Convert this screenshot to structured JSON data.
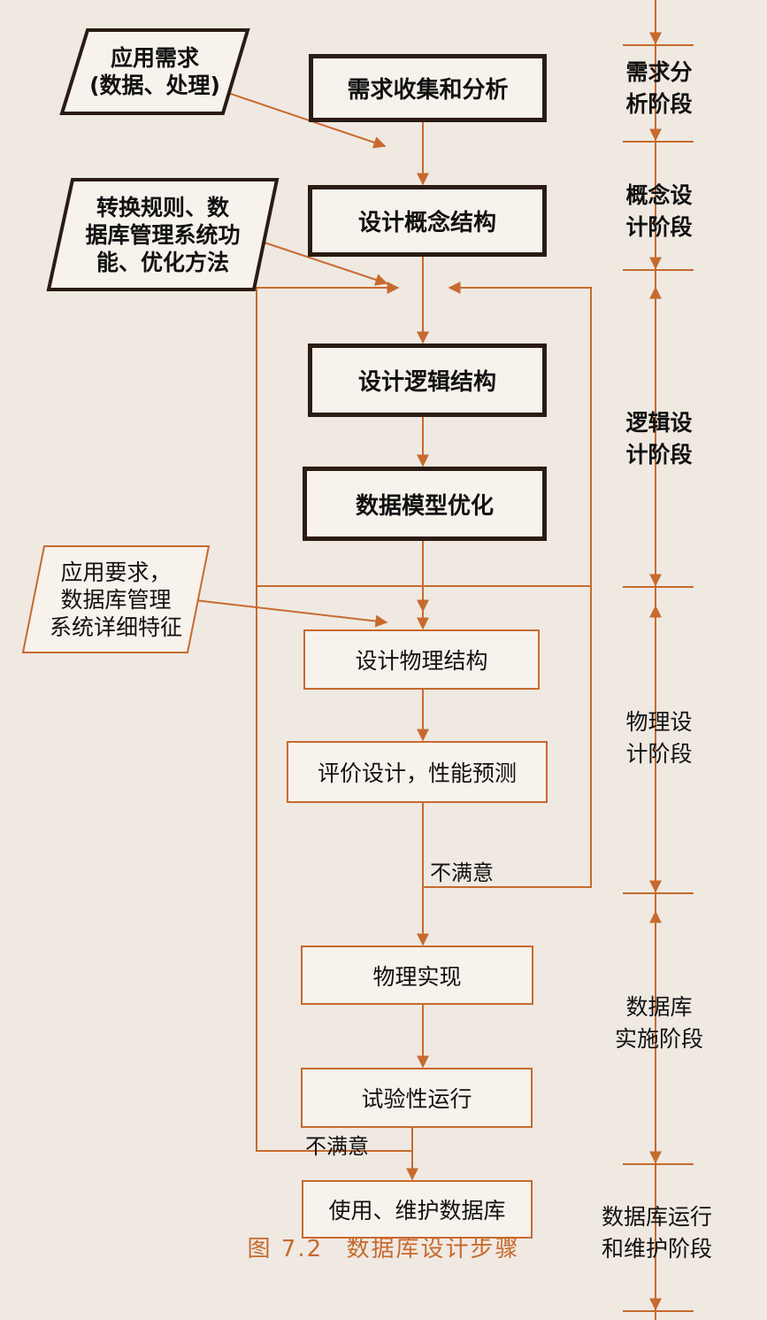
{
  "processes": [
    {
      "id": "req",
      "label": "需求收集和分析"
    },
    {
      "id": "concept",
      "label": "设计概念结构"
    },
    {
      "id": "logic",
      "label": "设计逻辑结构"
    },
    {
      "id": "optimize",
      "label": "数据模型优化"
    },
    {
      "id": "physical",
      "label": "设计物理结构"
    },
    {
      "id": "evaluate",
      "label": "评价设计，性能预测"
    },
    {
      "id": "implement",
      "label": "物理实现"
    },
    {
      "id": "trial",
      "label": "试验性运行"
    },
    {
      "id": "use",
      "label": "使用、维护数据库"
    }
  ],
  "inputs": [
    {
      "id": "in1",
      "label": "应用需求\n(数据、处理)"
    },
    {
      "id": "in2",
      "label": "转换规则、数\n据库管理系统功\n能、优化方法"
    },
    {
      "id": "in3",
      "label": "应用要求，\n数据库管理\n系统详细特征"
    }
  ],
  "stages": [
    {
      "id": "s1",
      "label": "需求分\n析阶段"
    },
    {
      "id": "s2",
      "label": "概念设\n计阶段"
    },
    {
      "id": "s3",
      "label": "逻辑设\n计阶段"
    },
    {
      "id": "s4",
      "label": "物理设\n计阶段"
    },
    {
      "id": "s5",
      "label": "数据库\n实施阶段"
    },
    {
      "id": "s6",
      "label": "数据库运行\n和维护阶段"
    }
  ],
  "notes": {
    "unsatisfied_1": "不满意",
    "unsatisfied_2": "不满意"
  },
  "caption": {
    "number": "图 7.2",
    "title": "数据库设计步骤"
  },
  "colors": {
    "line": "#c76a2e",
    "bold_border": "#2a1c12",
    "caption": "#c76a2e"
  }
}
